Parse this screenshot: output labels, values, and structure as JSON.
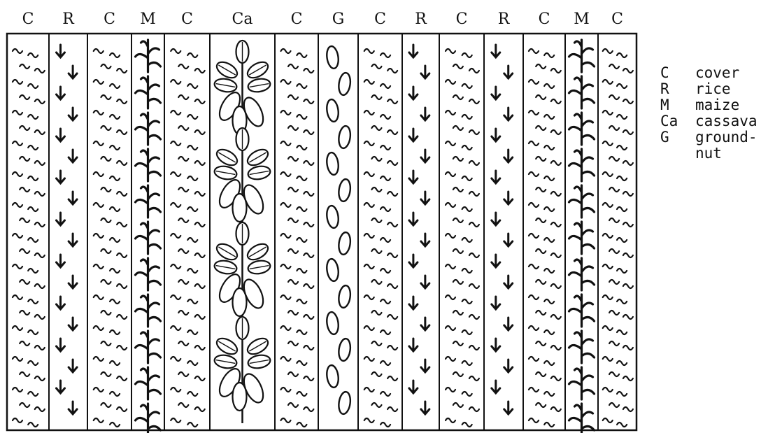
{
  "columns": [
    {
      "code": "C",
      "crop": "cover"
    },
    {
      "code": "R",
      "crop": "rice"
    },
    {
      "code": "C",
      "crop": "cover"
    },
    {
      "code": "M",
      "crop": "maize"
    },
    {
      "code": "C",
      "crop": "cover"
    },
    {
      "code": "Ca",
      "crop": "cassava"
    },
    {
      "code": "C",
      "crop": "cover"
    },
    {
      "code": "G",
      "crop": "groundnut"
    },
    {
      "code": "C",
      "crop": "cover"
    },
    {
      "code": "R",
      "crop": "rice"
    },
    {
      "code": "C",
      "crop": "cover"
    },
    {
      "code": "R",
      "crop": "rice"
    },
    {
      "code": "C",
      "crop": "cover"
    },
    {
      "code": "M",
      "crop": "maize"
    },
    {
      "code": "C",
      "crop": "cover"
    }
  ],
  "legend": [
    {
      "code": "C",
      "name": "cover"
    },
    {
      "code": "R",
      "name": "rice"
    },
    {
      "code": "M",
      "name": "maize"
    },
    {
      "code": "Ca",
      "name": "cassava"
    },
    {
      "code": "G",
      "name": "ground-\nnut"
    }
  ]
}
